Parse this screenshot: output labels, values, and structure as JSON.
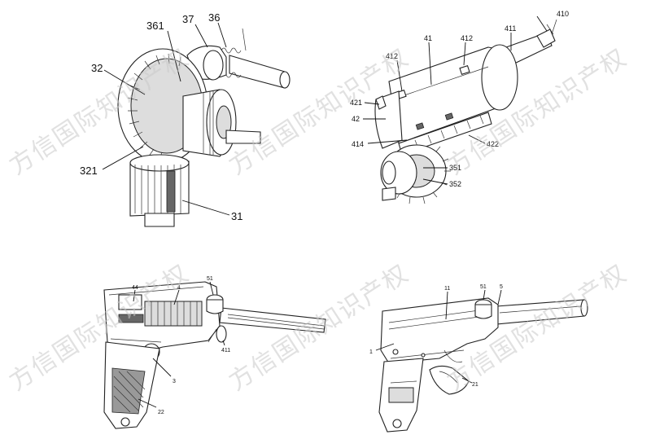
{
  "figures": {
    "top_left": {
      "labels": [
        "361",
        "37",
        "36",
        "32",
        "321",
        "31"
      ]
    },
    "top_right": {
      "labels": [
        "410",
        "412",
        "41",
        "412",
        "411",
        "421",
        "42",
        "414",
        "422",
        "351",
        "352"
      ]
    },
    "bottom_left": {
      "labels": [
        "44",
        "4",
        "51",
        "411",
        "3",
        "22"
      ]
    },
    "bottom_right": {
      "labels": [
        "11",
        "51",
        "5",
        "1",
        "21"
      ]
    }
  },
  "watermark": {
    "text": "方信国际知识产权",
    "color": "#c9c9c9"
  }
}
